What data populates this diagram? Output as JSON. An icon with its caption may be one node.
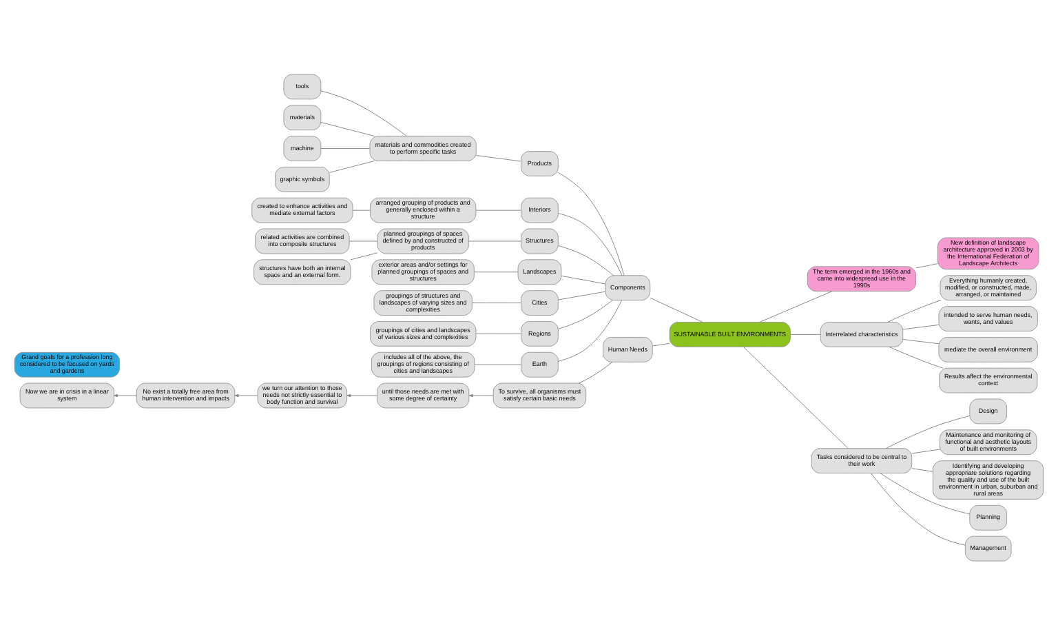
{
  "diagram": {
    "nodes": [
      {
        "text": [
          "SUSTAINABLE BUILT ENVIRONMENTS"
        ]
      },
      {
        "text": [
          "The term emerged in the 1960s and came into widespread use in the 1990s"
        ]
      },
      {
        "text": [
          "New definition of landscape architecture approved in 2003 by the International Federation of Landscape Architects"
        ]
      },
      {
        "text": [
          "Components"
        ]
      },
      {
        "text": [
          "Products"
        ]
      },
      {
        "text": [
          "materials and commodities created to perform specific tasks"
        ]
      },
      {
        "text": [
          "tools"
        ]
      },
      {
        "text": [
          "materials"
        ]
      },
      {
        "text": [
          "machine"
        ]
      },
      {
        "text": [
          "graphic symbols"
        ]
      },
      {
        "text": [
          "Interiors"
        ]
      },
      {
        "text": [
          "arranged grouping of products and generally enclosed within a structure"
        ]
      },
      {
        "text": [
          "created to enhance activities and mediate external factors"
        ]
      },
      {
        "text": [
          "Structures"
        ]
      },
      {
        "text": [
          "planned groupings of spaces defined by and constructed of products"
        ]
      },
      {
        "text": [
          "related activities are combined into composite structures"
        ]
      },
      {
        "text": [
          "structures have both an internal space and an external form."
        ]
      },
      {
        "text": [
          "Landscapes"
        ]
      },
      {
        "text": [
          "exterior areas and/or settings for planned groupings of spaces and structures"
        ]
      },
      {
        "text": [
          "Cities"
        ]
      },
      {
        "text": [
          "groupings of structures and landscapes of varying sizes and complexities"
        ]
      },
      {
        "text": [
          "Regions"
        ]
      },
      {
        "text": [
          "groupings of cities and landscapes of various sizes and complexities"
        ]
      },
      {
        "text": [
          "Earth"
        ]
      },
      {
        "text": [
          "includes all of the above, the groupings of regions consisting of cities and landscapes"
        ]
      },
      {
        "text": [
          "Human Needs"
        ]
      },
      {
        "text": [
          "To survive, all organisms must satisfy certain basic needs"
        ]
      },
      {
        "text": [
          "until those needs are met with some degree of certainty"
        ]
      },
      {
        "text": [
          "we turn our attention to those needs not strictly essential to body function and survival"
        ]
      },
      {
        "text": [
          "No exist a totally free area from human intervention and impacts"
        ]
      },
      {
        "text": [
          "Now we are in crisis in a linear system"
        ]
      },
      {
        "text": [
          "Interrelated characteristics"
        ]
      },
      {
        "text": [
          "Everything humanly created, modified, or constructed, made, arranged, or maintained"
        ]
      },
      {
        "text": [
          "intended to serve human needs, wants, and values"
        ]
      },
      {
        "text": [
          "mediate the overall environment"
        ]
      },
      {
        "text": [
          "Results affect the environmental context"
        ]
      },
      {
        "text": [
          "Tasks considered to be central to their work"
        ]
      },
      {
        "text": [
          "Design"
        ]
      },
      {
        "text": [
          "Maintenance and monitoring of functional and aesthetic layouts of built environments"
        ]
      },
      {
        "text": [
          "Identifying and developing appropriate solutions regarding the quality and use of the built environment in urban, suburban and rural areas"
        ]
      },
      {
        "text": [
          "Planning"
        ]
      },
      {
        "text": [
          "Management"
        ]
      },
      {
        "text": [
          "Grand goals for a profession long considered to be focused on yards and gardens"
        ]
      }
    ],
    "edges": [
      {
        "from": 0,
        "to": 1,
        "arrow": "none"
      },
      {
        "from": 1,
        "to": 2,
        "arrow": "none"
      },
      {
        "from": 0,
        "to": 3,
        "arrow": "none"
      },
      {
        "from": 3,
        "to": 4,
        "arrow": "none"
      },
      {
        "from": 4,
        "to": 5,
        "arrow": "none"
      },
      {
        "from": 5,
        "to": 6,
        "arrow": "none"
      },
      {
        "from": 5,
        "to": 7,
        "arrow": "none"
      },
      {
        "from": 5,
        "to": 8,
        "arrow": "none"
      },
      {
        "from": 5,
        "to": 9,
        "arrow": "none"
      },
      {
        "from": 3,
        "to": 10,
        "arrow": "none"
      },
      {
        "from": 10,
        "to": 11,
        "arrow": "none"
      },
      {
        "from": 11,
        "to": 12,
        "arrow": "none"
      },
      {
        "from": 3,
        "to": 13,
        "arrow": "none"
      },
      {
        "from": 13,
        "to": 14,
        "arrow": "none"
      },
      {
        "from": 14,
        "to": 15,
        "arrow": "none"
      },
      {
        "from": 14,
        "to": 16,
        "arrow": "none"
      },
      {
        "from": 3,
        "to": 17,
        "arrow": "none"
      },
      {
        "from": 17,
        "to": 18,
        "arrow": "none"
      },
      {
        "from": 3,
        "to": 19,
        "arrow": "none"
      },
      {
        "from": 19,
        "to": 20,
        "arrow": "none"
      },
      {
        "from": 3,
        "to": 21,
        "arrow": "none"
      },
      {
        "from": 21,
        "to": 22,
        "arrow": "none"
      },
      {
        "from": 3,
        "to": 23,
        "arrow": "none"
      },
      {
        "from": 23,
        "to": 24,
        "arrow": "none"
      },
      {
        "from": 0,
        "to": 25,
        "arrow": "none"
      },
      {
        "from": 25,
        "to": 26,
        "arrow": "none"
      },
      {
        "from": 26,
        "to": 27,
        "arrow": "to"
      },
      {
        "from": 27,
        "to": 28,
        "arrow": "to"
      },
      {
        "from": 28,
        "to": 29,
        "arrow": "to"
      },
      {
        "from": 29,
        "to": 30,
        "arrow": "to"
      },
      {
        "from": 0,
        "to": 31,
        "arrow": "none"
      },
      {
        "from": 31,
        "to": 32,
        "arrow": "none"
      },
      {
        "from": 31,
        "to": 33,
        "arrow": "none"
      },
      {
        "from": 31,
        "to": 34,
        "arrow": "none"
      },
      {
        "from": 31,
        "to": 35,
        "arrow": "none"
      },
      {
        "from": 0,
        "to": 36,
        "arrow": "none"
      },
      {
        "from": 36,
        "to": 37,
        "arrow": "none"
      },
      {
        "from": 36,
        "to": 38,
        "arrow": "none"
      },
      {
        "from": 36,
        "to": 39,
        "arrow": "none"
      },
      {
        "from": 36,
        "to": 40,
        "arrow": "none"
      },
      {
        "from": 36,
        "to": 41,
        "arrow": "none"
      }
    ]
  }
}
